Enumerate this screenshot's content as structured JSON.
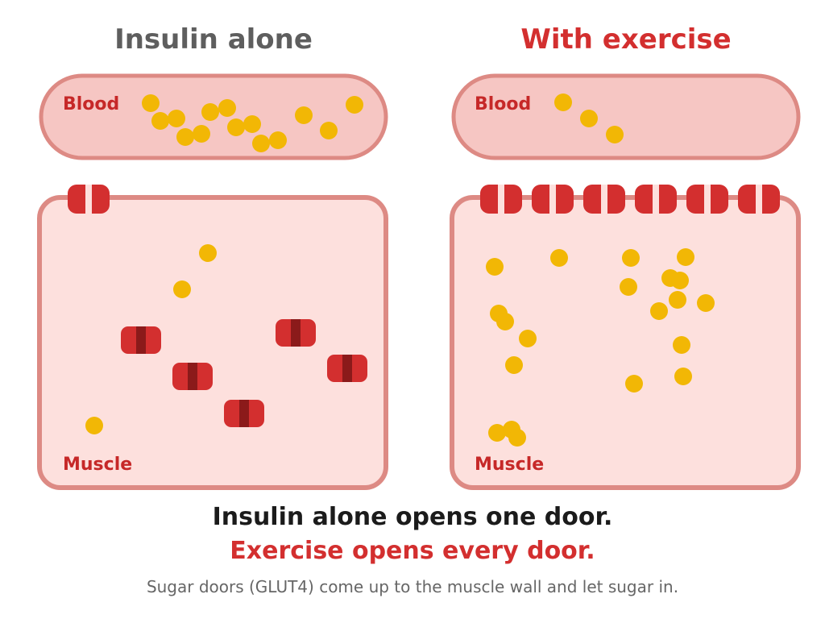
{
  "colors": {
    "red": "#d32f2f",
    "dark_red": "#8b1a1a",
    "blood_fill": "#f6c6c3",
    "muscle_fill": "#fde0dd",
    "outline": "#dd8a84",
    "sugar": "#f2b705",
    "gray_title": "#5e5e5e",
    "caption_text": "#1b1b1b",
    "note_text": "#666666"
  },
  "panels": {
    "left": {
      "title": "Insulin alone",
      "blood_label": "Blood",
      "muscle_label": "Muscle"
    },
    "right": {
      "title": "With exercise",
      "blood_label": "Blood",
      "muscle_label": "Muscle"
    }
  },
  "captions": {
    "main": "Insulin alone opens one door.",
    "exercise": "Exercise opens every door.",
    "note": "Sugar doors (GLUT4) come up to the muscle wall and let sugar in."
  }
}
